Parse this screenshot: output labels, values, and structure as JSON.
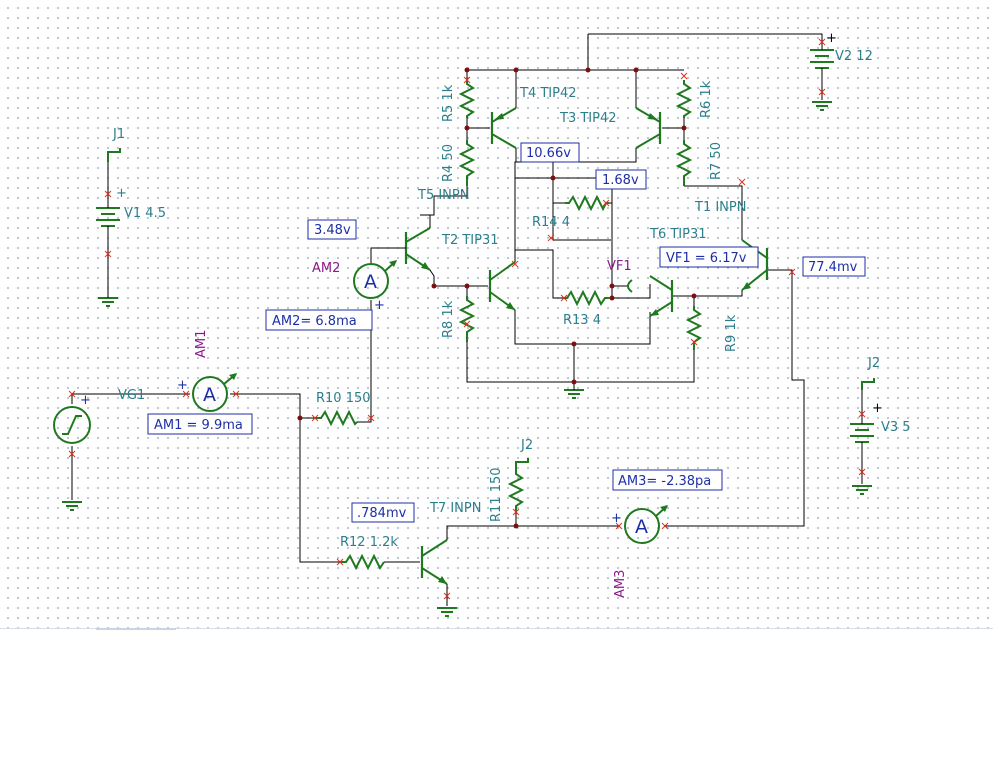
{
  "labels": {
    "j1": "J1",
    "v1": "V1 4.5",
    "vg1": "VG1",
    "am1": "AM1",
    "am2": "AM2",
    "am3": "AM3",
    "r10": "R10 150",
    "r12": "R12 1.2k",
    "t7": "T7 INPN",
    "r11": "R11 150",
    "j2a": "J2",
    "j2b": "J2",
    "v3": "V3 5",
    "v2": "V2 12",
    "r5": "R5 1k",
    "r4": "R4 50",
    "t4": "T4 TIP42",
    "t3": "T3 TIP42",
    "r6": "R6 1k",
    "r7": "R7 50",
    "t5": "T5 INPN",
    "t2": "T2 TIP31",
    "r8": "R8 1k",
    "r14": "R14 4",
    "r13": "R13 4",
    "t6": "T6 TIP31",
    "vf1": "VF1",
    "t1": "T1 INPN",
    "r9": "R9 1k",
    "ammeter": "A",
    "plus": "+"
  },
  "readouts": {
    "am1": "AM1 = 9.9ma",
    "am2": "AM2= 6.8ma",
    "am3": "AM3= -2.38pa",
    "v348": "3.48v",
    "v1066": "10.66v",
    "v168": "1.68v",
    "vf1": "VF1 = 6.17v",
    "mv774": "77.4mv",
    "mv784": ".784mv"
  },
  "colors": {
    "wire": "#000000",
    "component": "#1f7a1f",
    "label": "#2b7f8c",
    "instrument_label": "#8b1a8b",
    "readout": "#1d2fa8",
    "pin_marker": "#e03020"
  }
}
